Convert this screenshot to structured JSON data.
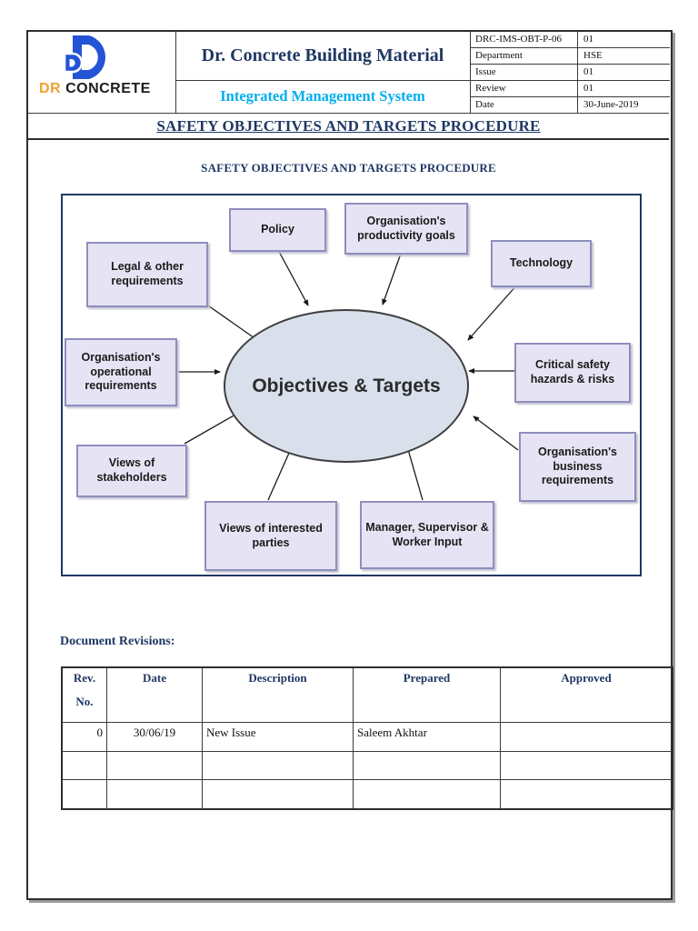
{
  "header": {
    "logo": {
      "brand_dr": "DR",
      "brand_concrete": "CONCRETE"
    },
    "company_name": "Dr. Concrete Building Material",
    "system_name": "Integrated Management System",
    "meta_rows": [
      {
        "label": "DRC-IMS-OBT-P-06",
        "value": "01"
      },
      {
        "label": "Department",
        "value": "HSE"
      },
      {
        "label": "Issue",
        "value": "01"
      },
      {
        "label": "Review",
        "value": "01"
      },
      {
        "label": "Date",
        "value": "30-June-2019"
      }
    ],
    "procedure_title": "SAFETY OBJECTIVES AND TARGETS PROCEDURE"
  },
  "section_title": "SAFETY OBJECTIVES AND TARGETS PROCEDURE",
  "diagram": {
    "center_label": "Objectives & Targets",
    "nodes": [
      {
        "label": "Policy"
      },
      {
        "label": "Organisation's productivity goals"
      },
      {
        "label": "Legal & other requirements"
      },
      {
        "label": "Technology"
      },
      {
        "label": "Organisation's operational requirements"
      },
      {
        "label": "Critical safety hazards & risks"
      },
      {
        "label": "Views of stakeholders"
      },
      {
        "label": "Organisation's business requirements"
      },
      {
        "label": "Views of interested parties"
      },
      {
        "label": "Manager, Supervisor & Worker Input"
      }
    ]
  },
  "revisions": {
    "heading": "Document Revisions:",
    "columns": {
      "rev": "Rev.",
      "no": "No.",
      "date": "Date",
      "description": "Description",
      "prepared": "Prepared",
      "approved": "Approved"
    },
    "rows": [
      {
        "rev_no": "0",
        "date": "30/06/19",
        "description": "New Issue",
        "prepared": "Saleem Akhtar",
        "approved": ""
      },
      {
        "rev_no": "",
        "date": "",
        "description": "",
        "prepared": "",
        "approved": ""
      },
      {
        "rev_no": "",
        "date": "",
        "description": "",
        "prepared": "",
        "approved": ""
      }
    ]
  },
  "colors": {
    "navy": "#1F3864",
    "cyan": "#00AEEF",
    "orange": "#F0A22E",
    "logo_blue": "#2453D6",
    "node_fill": "#E6E4F4",
    "node_border": "#8E8EBE",
    "ellipse_fill": "#D9E0EC",
    "frame_border": "#1F3864"
  }
}
